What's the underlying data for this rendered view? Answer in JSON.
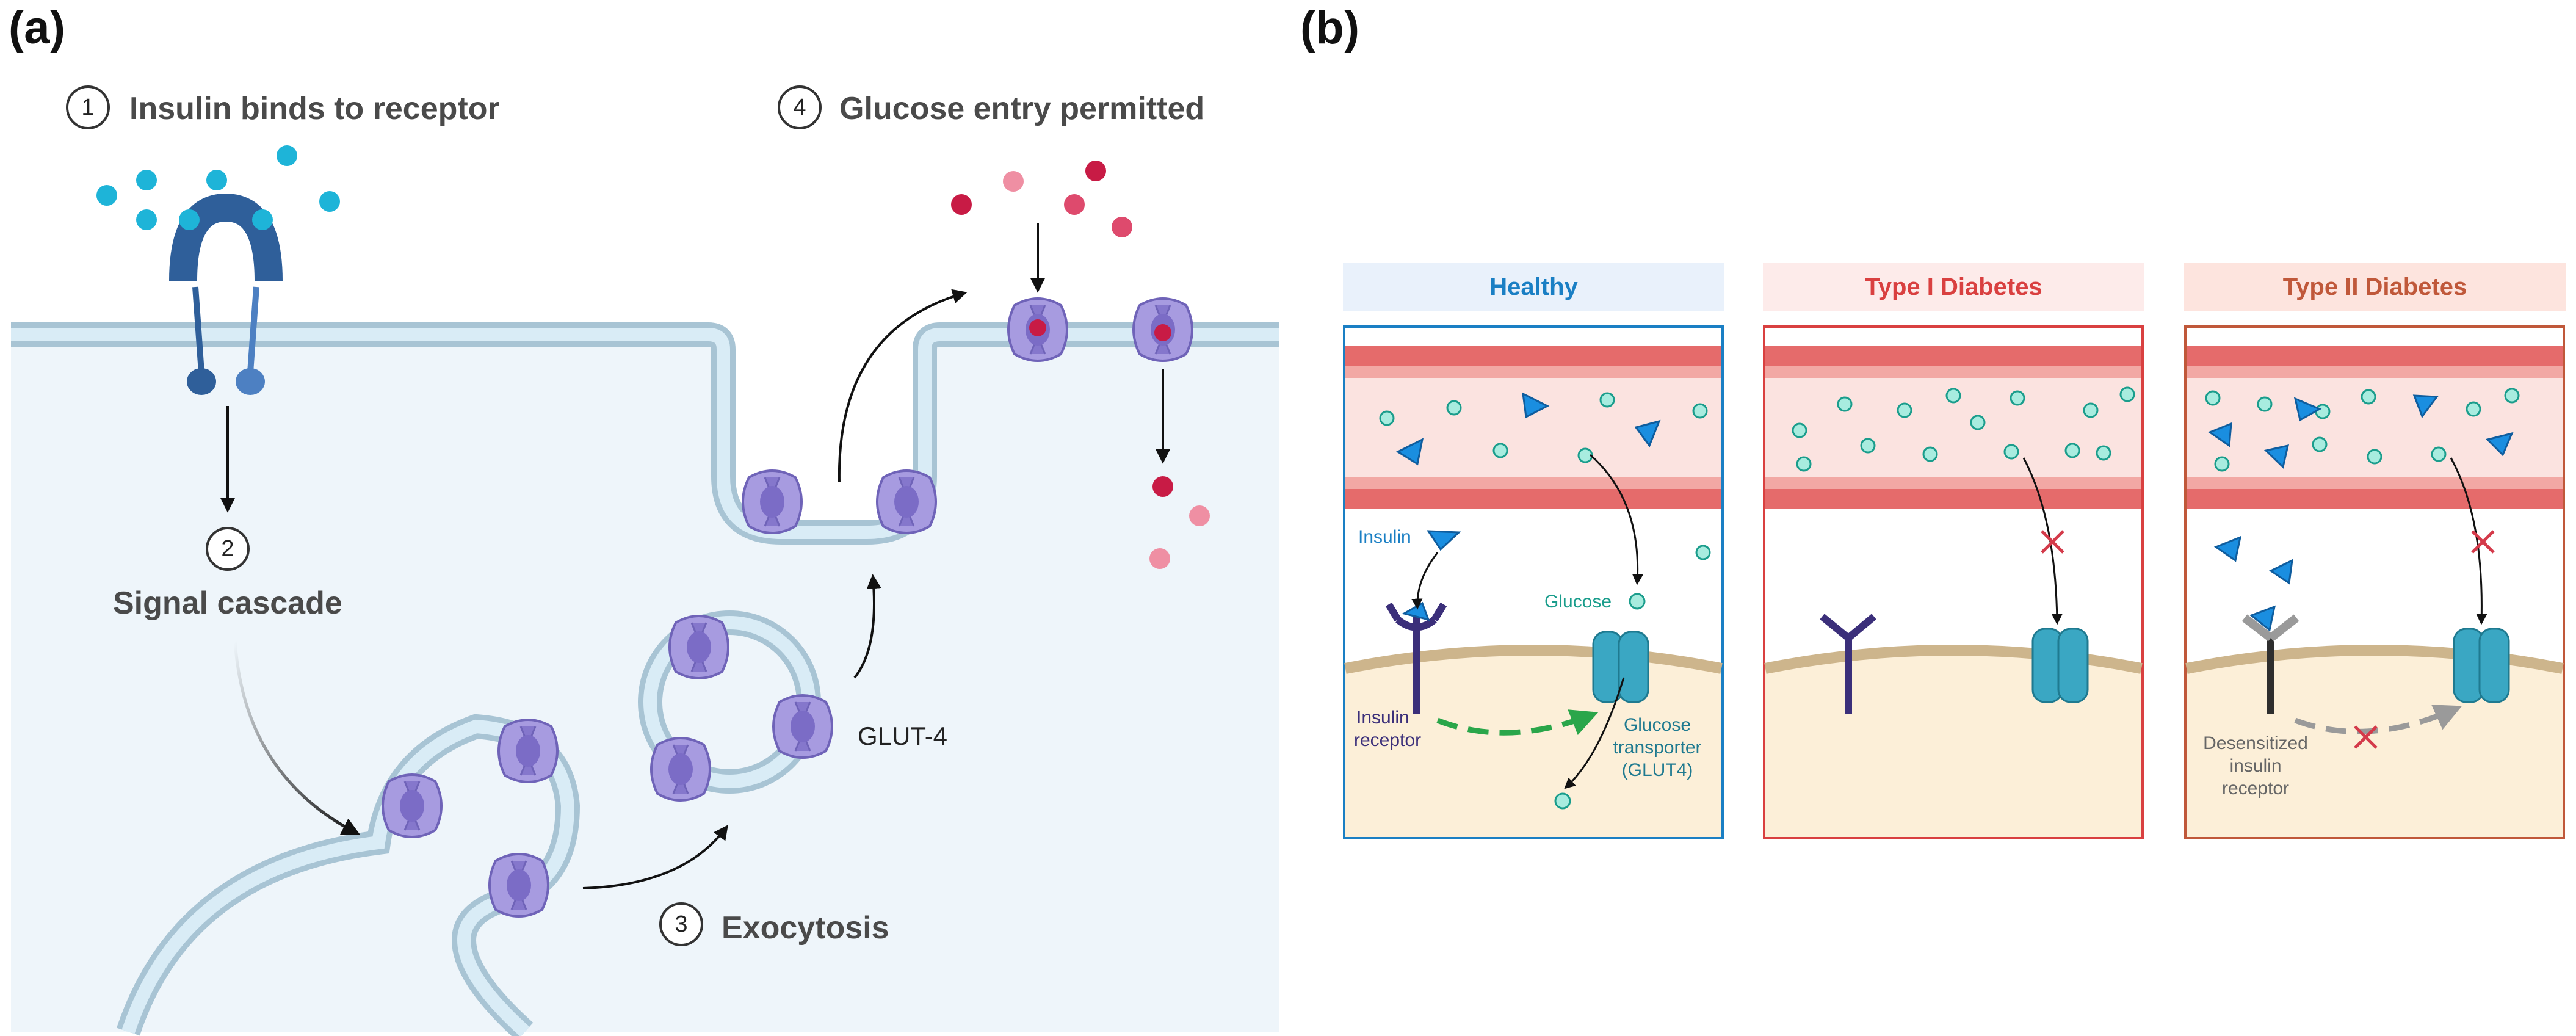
{
  "panel_a": {
    "label": "(a)",
    "steps": [
      {
        "num": "1",
        "title": "Insulin binds to receptor"
      },
      {
        "num": "2",
        "title": "Signal cascade"
      },
      {
        "num": "3",
        "title": "Exocytosis"
      },
      {
        "num": "4",
        "title": "Glucose entry permitted"
      }
    ],
    "glut_label": "GLUT-4"
  },
  "panel_b": {
    "label": "(b)",
    "headers": {
      "healthy": "Healthy",
      "type1": "Type I Diabetes",
      "type2": "Type II Diabetes"
    },
    "healthy_labels": {
      "insulin": "Insulin",
      "glucose": "Glucose",
      "insulin_receptor_1": "Insulin",
      "insulin_receptor_2": "receptor",
      "transporter_1": "Glucose",
      "transporter_2": "transporter",
      "transporter_3": "(GLUT4)"
    },
    "type2_labels": {
      "receptor_1": "Desensitized",
      "receptor_2": "insulin",
      "receptor_3": "receptor"
    }
  },
  "colors": {
    "cell_fill": "#eef5fa",
    "membrane": "#a8c4d4",
    "glut": "#9b8fd6",
    "insulin_dot": "#1eb4d8",
    "glucose_dot": "#d6264a",
    "healthy_accent": "#1a7fc4",
    "type1_accent": "#d94040",
    "type2_accent": "#c0583a"
  }
}
